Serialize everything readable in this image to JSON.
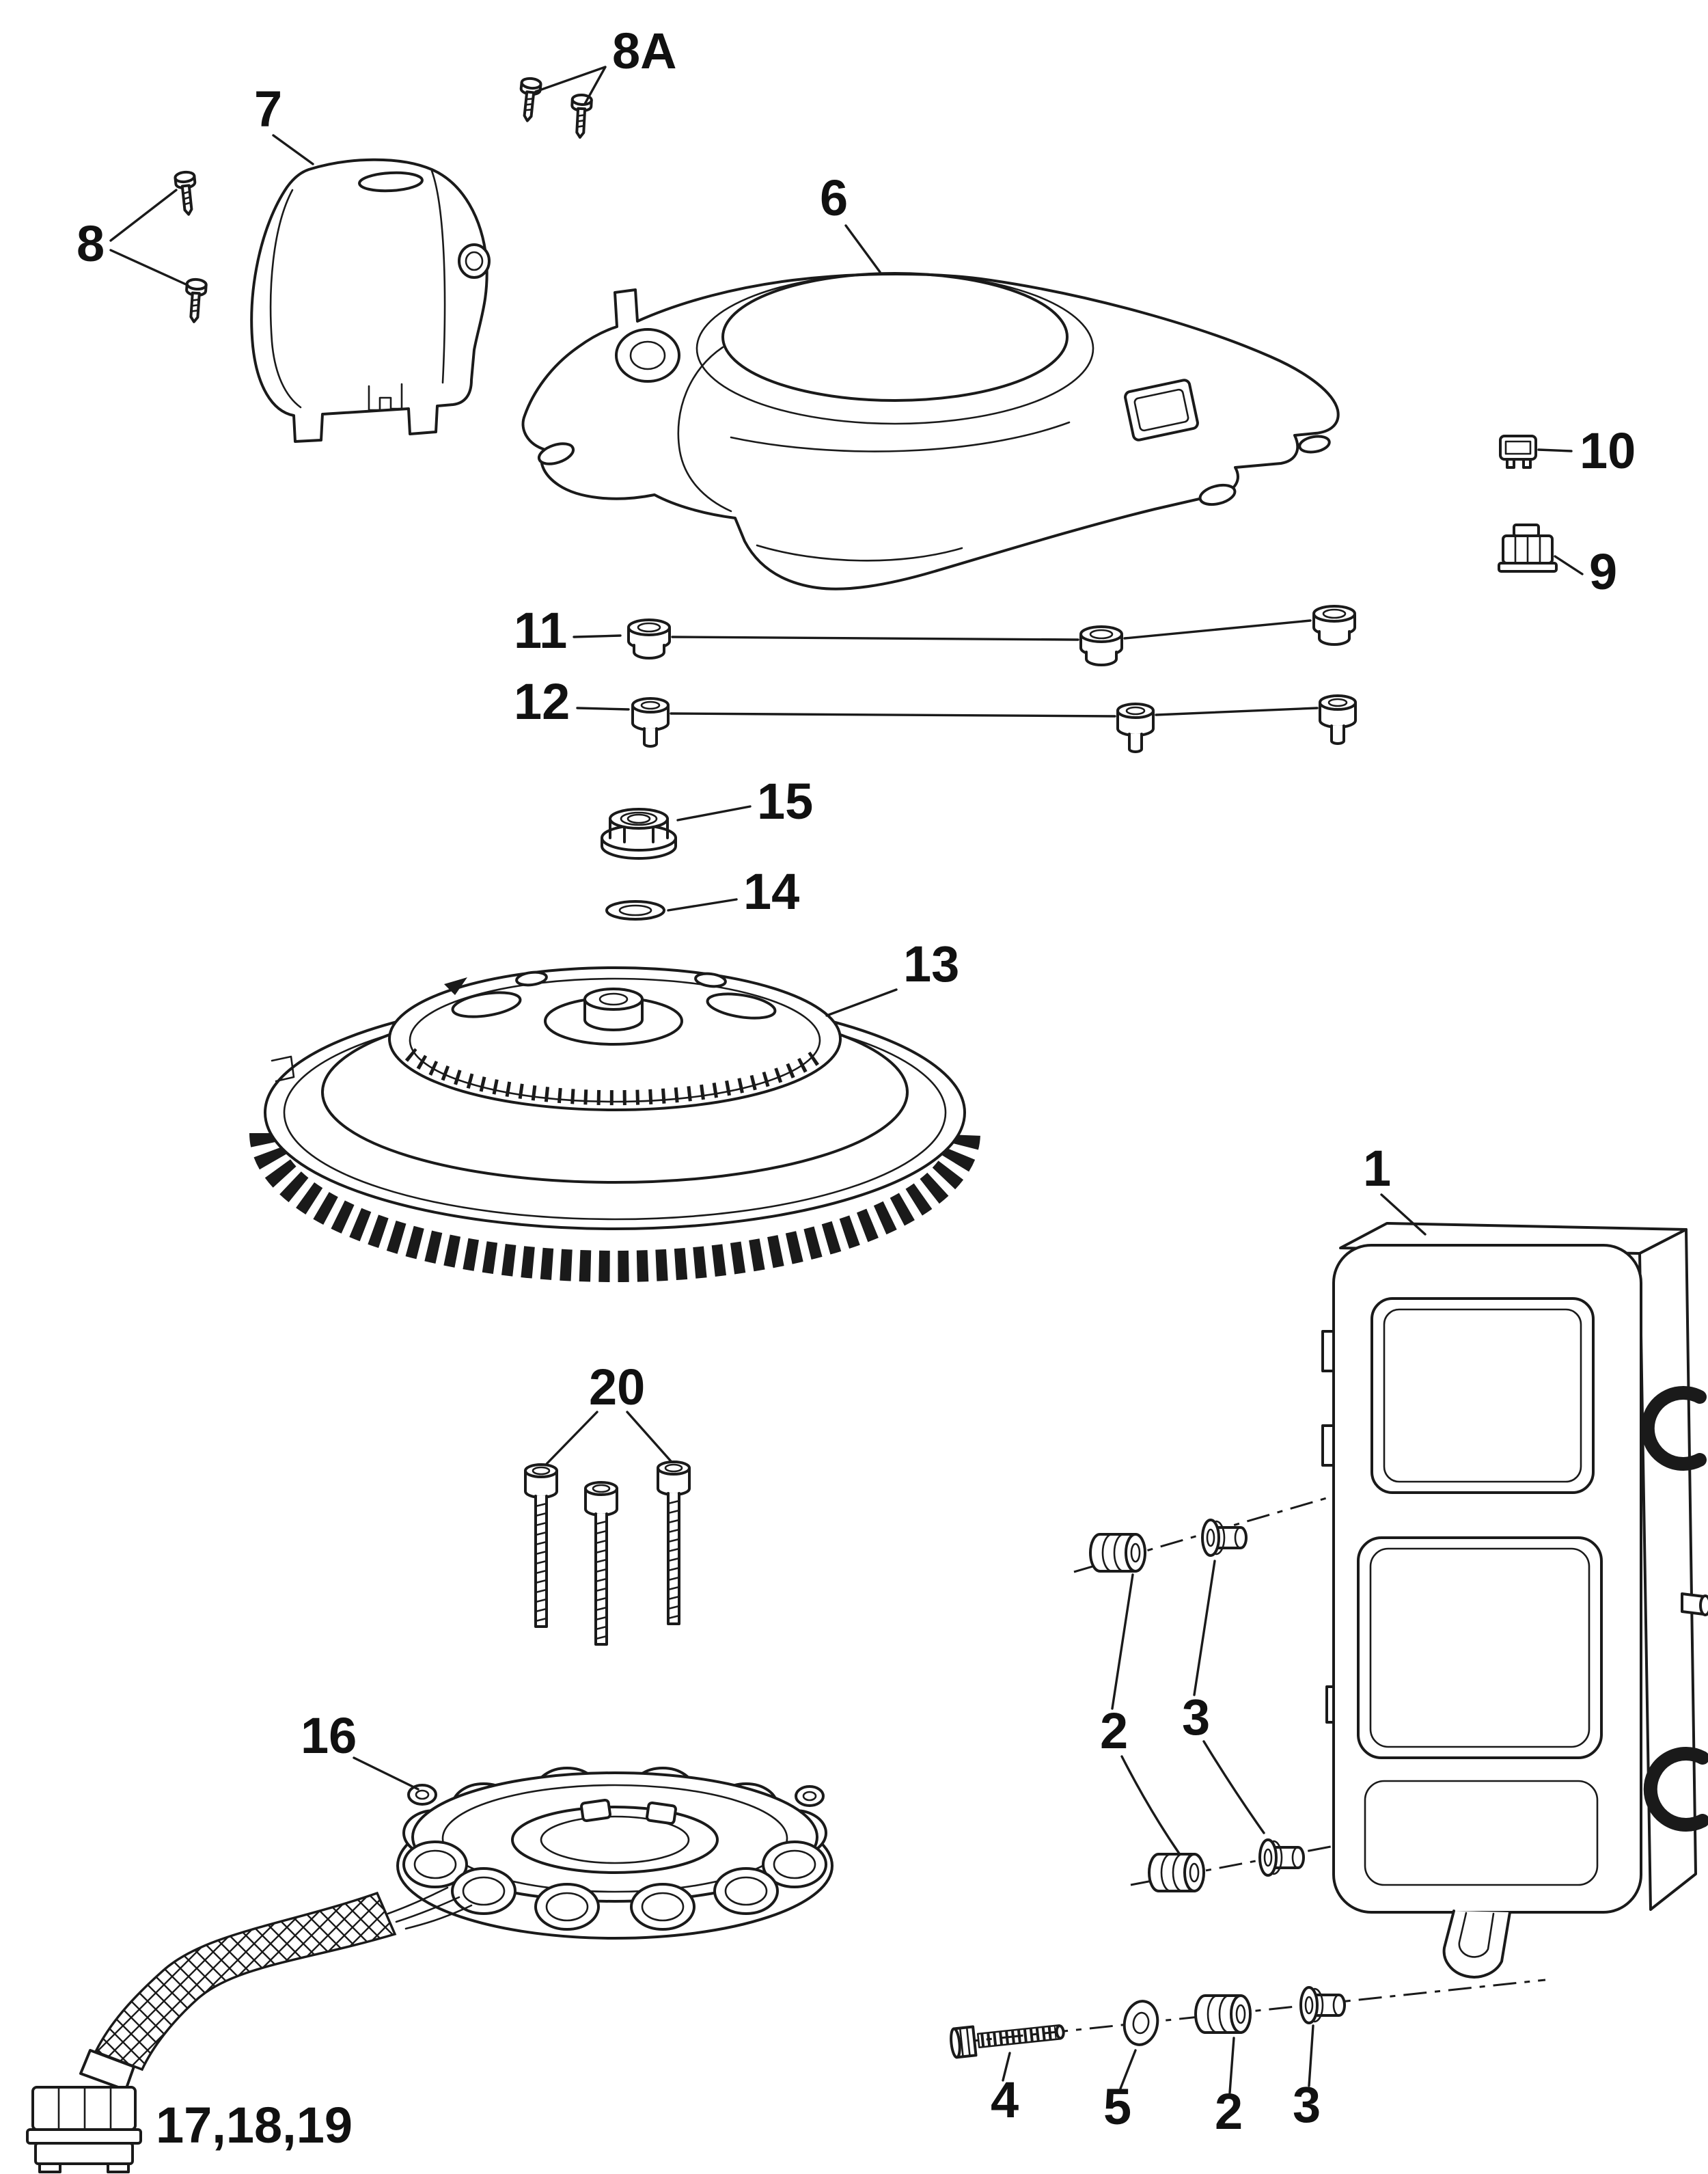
{
  "page": {
    "background_color": "#ffffff",
    "ink_color": "#1a1a1a"
  },
  "diagram": {
    "type": "exploded-parts-diagram",
    "callouts": {
      "c1": "1",
      "c2a": "2",
      "c2b": "2",
      "c3a": "3",
      "c3b": "3",
      "c4": "4",
      "c5": "5",
      "c6": "6",
      "c7": "7",
      "c8": "8",
      "c8a": "8A",
      "c9": "9",
      "c10": "10",
      "c11": "11",
      "c12": "12",
      "c13": "13",
      "c14": "14",
      "c15": "15",
      "c16": "16",
      "c17": "17,18,19",
      "c20": "20"
    }
  }
}
